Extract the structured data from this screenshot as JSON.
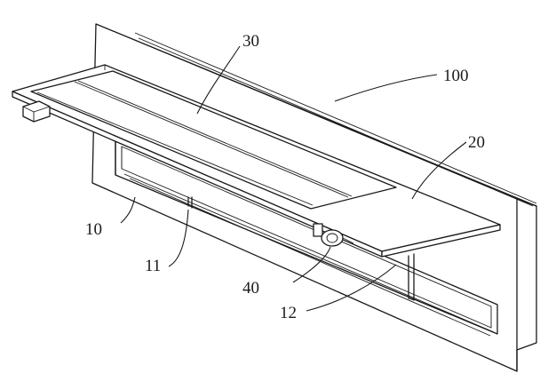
{
  "labels": {
    "l100": "100",
    "l30": "30",
    "l20": "20",
    "l10": "10",
    "l11": "11",
    "l40": "40",
    "l12": "12"
  }
}
